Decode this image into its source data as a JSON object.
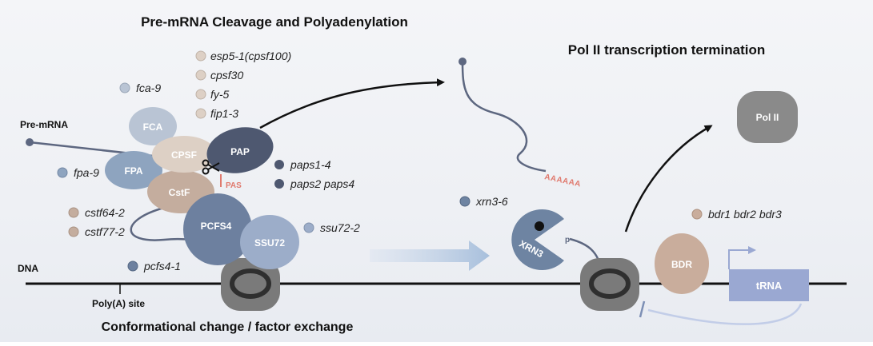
{
  "titles": {
    "left": "Pre-mRNA Cleavage and Polyadenylation",
    "right": "Pol II transcription termination",
    "bottom": "Conformational change / factor exchange"
  },
  "labels": {
    "pre_mrna": "Pre-mRNA",
    "dna": "DNA",
    "polya_site": "Poly(A) site",
    "pas": "PAS",
    "polya_tail": "AAAAAA",
    "phosphate": "p"
  },
  "proteins": {
    "fca": "FCA",
    "fpa": "FPA",
    "cpsf": "CPSF",
    "cstf": "CstF",
    "pap": "PAP",
    "pcfs4": "PCFS4",
    "ssu72": "SSU72",
    "xrn3": "XRN3",
    "bdr": "BDR",
    "trna": "tRNA",
    "pol2": "Pol II"
  },
  "mutants": {
    "esp5": "esp5-1(cpsf100)",
    "cpsf30": "cpsf30",
    "fy5": "fy-5",
    "fip13": "fip1-3",
    "fca9": "fca-9",
    "fpa9": "fpa-9",
    "paps14": "paps1-4",
    "paps24": "paps2 paps4",
    "cstf64": "cstf64-2",
    "cstf77": "cstf77-2",
    "ssu72": "ssu72-2",
    "pcfs4": "pcfs4-1",
    "xrn36": "xrn3-6",
    "bdr": "bdr1 bdr2 bdr3"
  },
  "colors": {
    "fca": "#b9c4d4",
    "fpa": "#8ea4bf",
    "cpsf": "#ddd0c5",
    "cstf": "#c4ad9e",
    "pap": "#4e5870",
    "pcfs4": "#6d809f",
    "ssu72": "#9cadc9",
    "xrn3": "#6e84a2",
    "bdr": "#c9ad9c",
    "trna": "#9aa8d2",
    "pol2": "#8a8a8a",
    "pas": "#e07a6e",
    "rna_line": "#5d6780"
  }
}
